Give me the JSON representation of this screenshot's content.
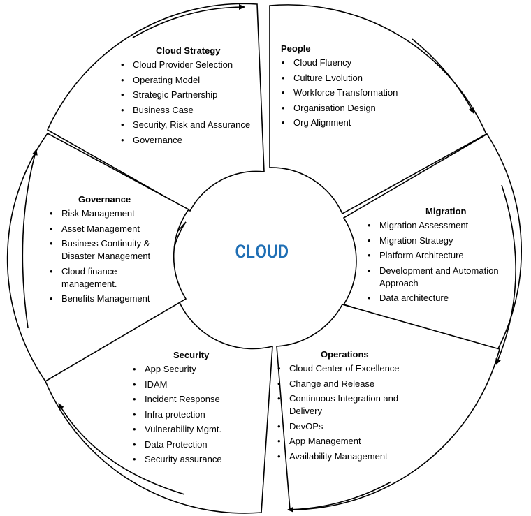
{
  "center": {
    "label": "CLOUD",
    "color": "#1f6fb5"
  },
  "segments": [
    {
      "id": "cloud-strategy",
      "title": "Cloud Strategy",
      "items": [
        "Cloud Provider Selection",
        "Operating Model",
        "Strategic Partnership",
        "Business Case",
        "Security, Risk and Assurance",
        "Governance"
      ]
    },
    {
      "id": "people",
      "title": "People",
      "items": [
        "Cloud Fluency",
        "Culture Evolution",
        "Workforce Transformation",
        "Organisation Design",
        "Org Alignment"
      ]
    },
    {
      "id": "migration",
      "title": "Migration",
      "items": [
        "Migration Assessment",
        "Migration Strategy",
        "Platform Architecture",
        "Development and Automation Approach",
        "Data architecture"
      ]
    },
    {
      "id": "operations",
      "title": "Operations",
      "items": [
        "Cloud Center of Excellence",
        "Change and Release",
        "Continuous Integration and Delivery",
        "DevOPs",
        "App Management",
        "Availability Management"
      ]
    },
    {
      "id": "security",
      "title": "Security",
      "items": [
        "App Security",
        "IDAM",
        "Incident Response",
        "Infra protection",
        "Vulnerability Mgmt.",
        "Data Protection",
        "Security assurance"
      ]
    },
    {
      "id": "governance",
      "title": "Governance",
      "items": [
        "Risk Management",
        "Asset Management",
        "Business Continuity & Disaster Management",
        "Cloud finance management.",
        "Benefits Management"
      ]
    }
  ]
}
